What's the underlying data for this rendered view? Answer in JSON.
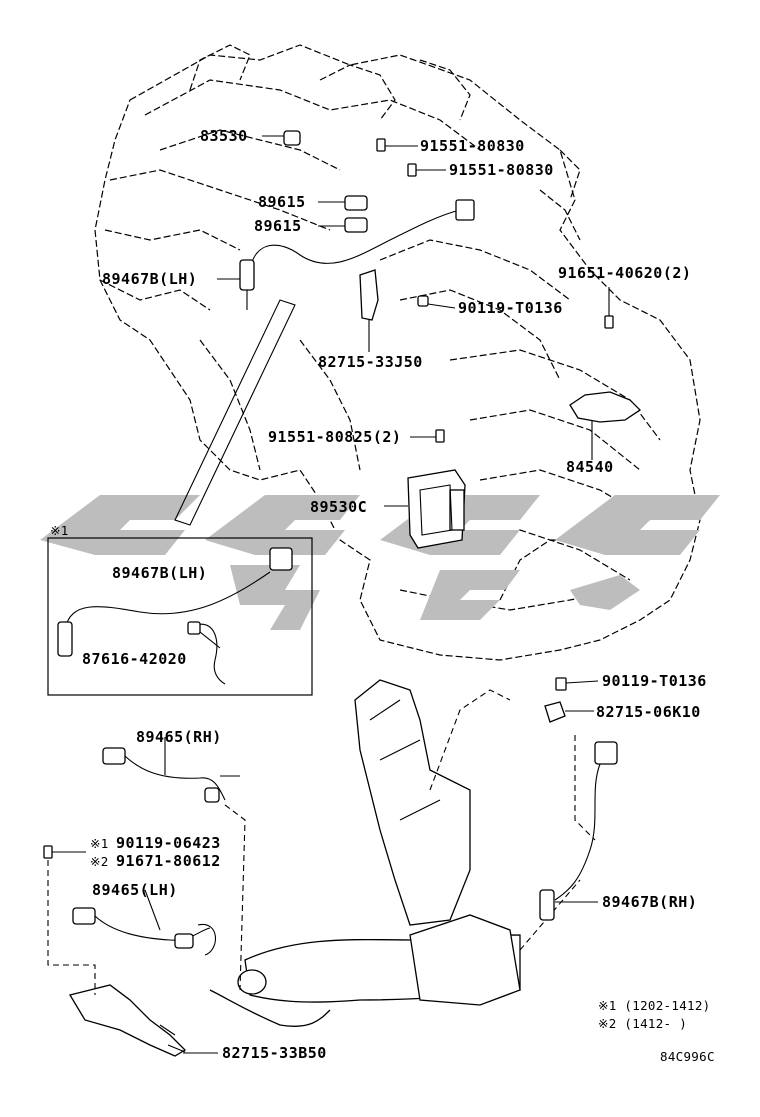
{
  "diagram": {
    "parts": {
      "p83530": "83530",
      "p91551_80830_a": "91551-80830",
      "p91551_80830_b": "91551-80830",
      "p89615_a": "89615",
      "p89615_b": "89615",
      "p89467b_lh_top": "89467B(LH)",
      "p91651_40620": "91651-40620(2)",
      "p90119_t0136_top": "90119-T0136",
      "p82715_33j50": "82715-33J50",
      "p91551_80825": "91551-80825(2)",
      "p84540": "84540",
      "p89530c": "89530C",
      "p89467b_lh_inset": "89467B(LH)",
      "p87616_42020": "87616-42020",
      "p90119_t0136_bottom": "90119-T0136",
      "p82715_06k10": "82715-06K10",
      "p89465_rh": "89465(RH)",
      "p90119_06423": "90119-06423",
      "p91671_80612": "91671-80612",
      "p89465_lh": "89465(LH)",
      "p89467b_rh": "89467B(RH)",
      "p82715_33b50": "82715-33B50"
    },
    "marks": {
      "inset_mark": "※1",
      "mark1": "※1",
      "mark2": "※2"
    },
    "notes": {
      "note1": "※1 (1202-1412)",
      "note2": "※2 (1412-     )"
    },
    "diagram_code": "84C996C"
  }
}
